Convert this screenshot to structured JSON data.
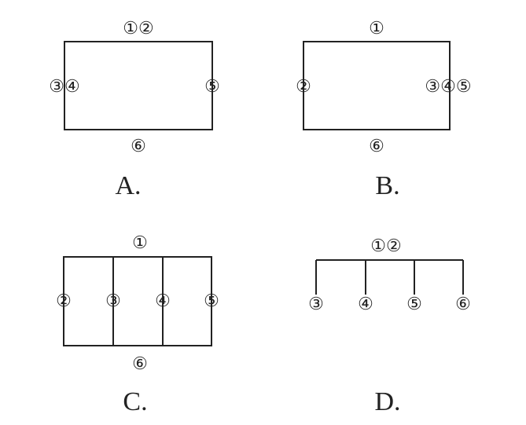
{
  "options": {
    "a": {
      "label": "A.",
      "markers": [
        "①②",
        "③④",
        "⑤",
        "⑥"
      ]
    },
    "b": {
      "label": "B.",
      "markers": [
        "①",
        "②",
        "③④⑤",
        "⑥"
      ]
    },
    "c": {
      "label": "C.",
      "markers": [
        "①",
        "②",
        "③",
        "④",
        "⑤",
        "⑥"
      ]
    },
    "d": {
      "label": "D.",
      "markers": [
        "①②",
        "③",
        "④",
        "⑤",
        "⑥"
      ]
    }
  }
}
